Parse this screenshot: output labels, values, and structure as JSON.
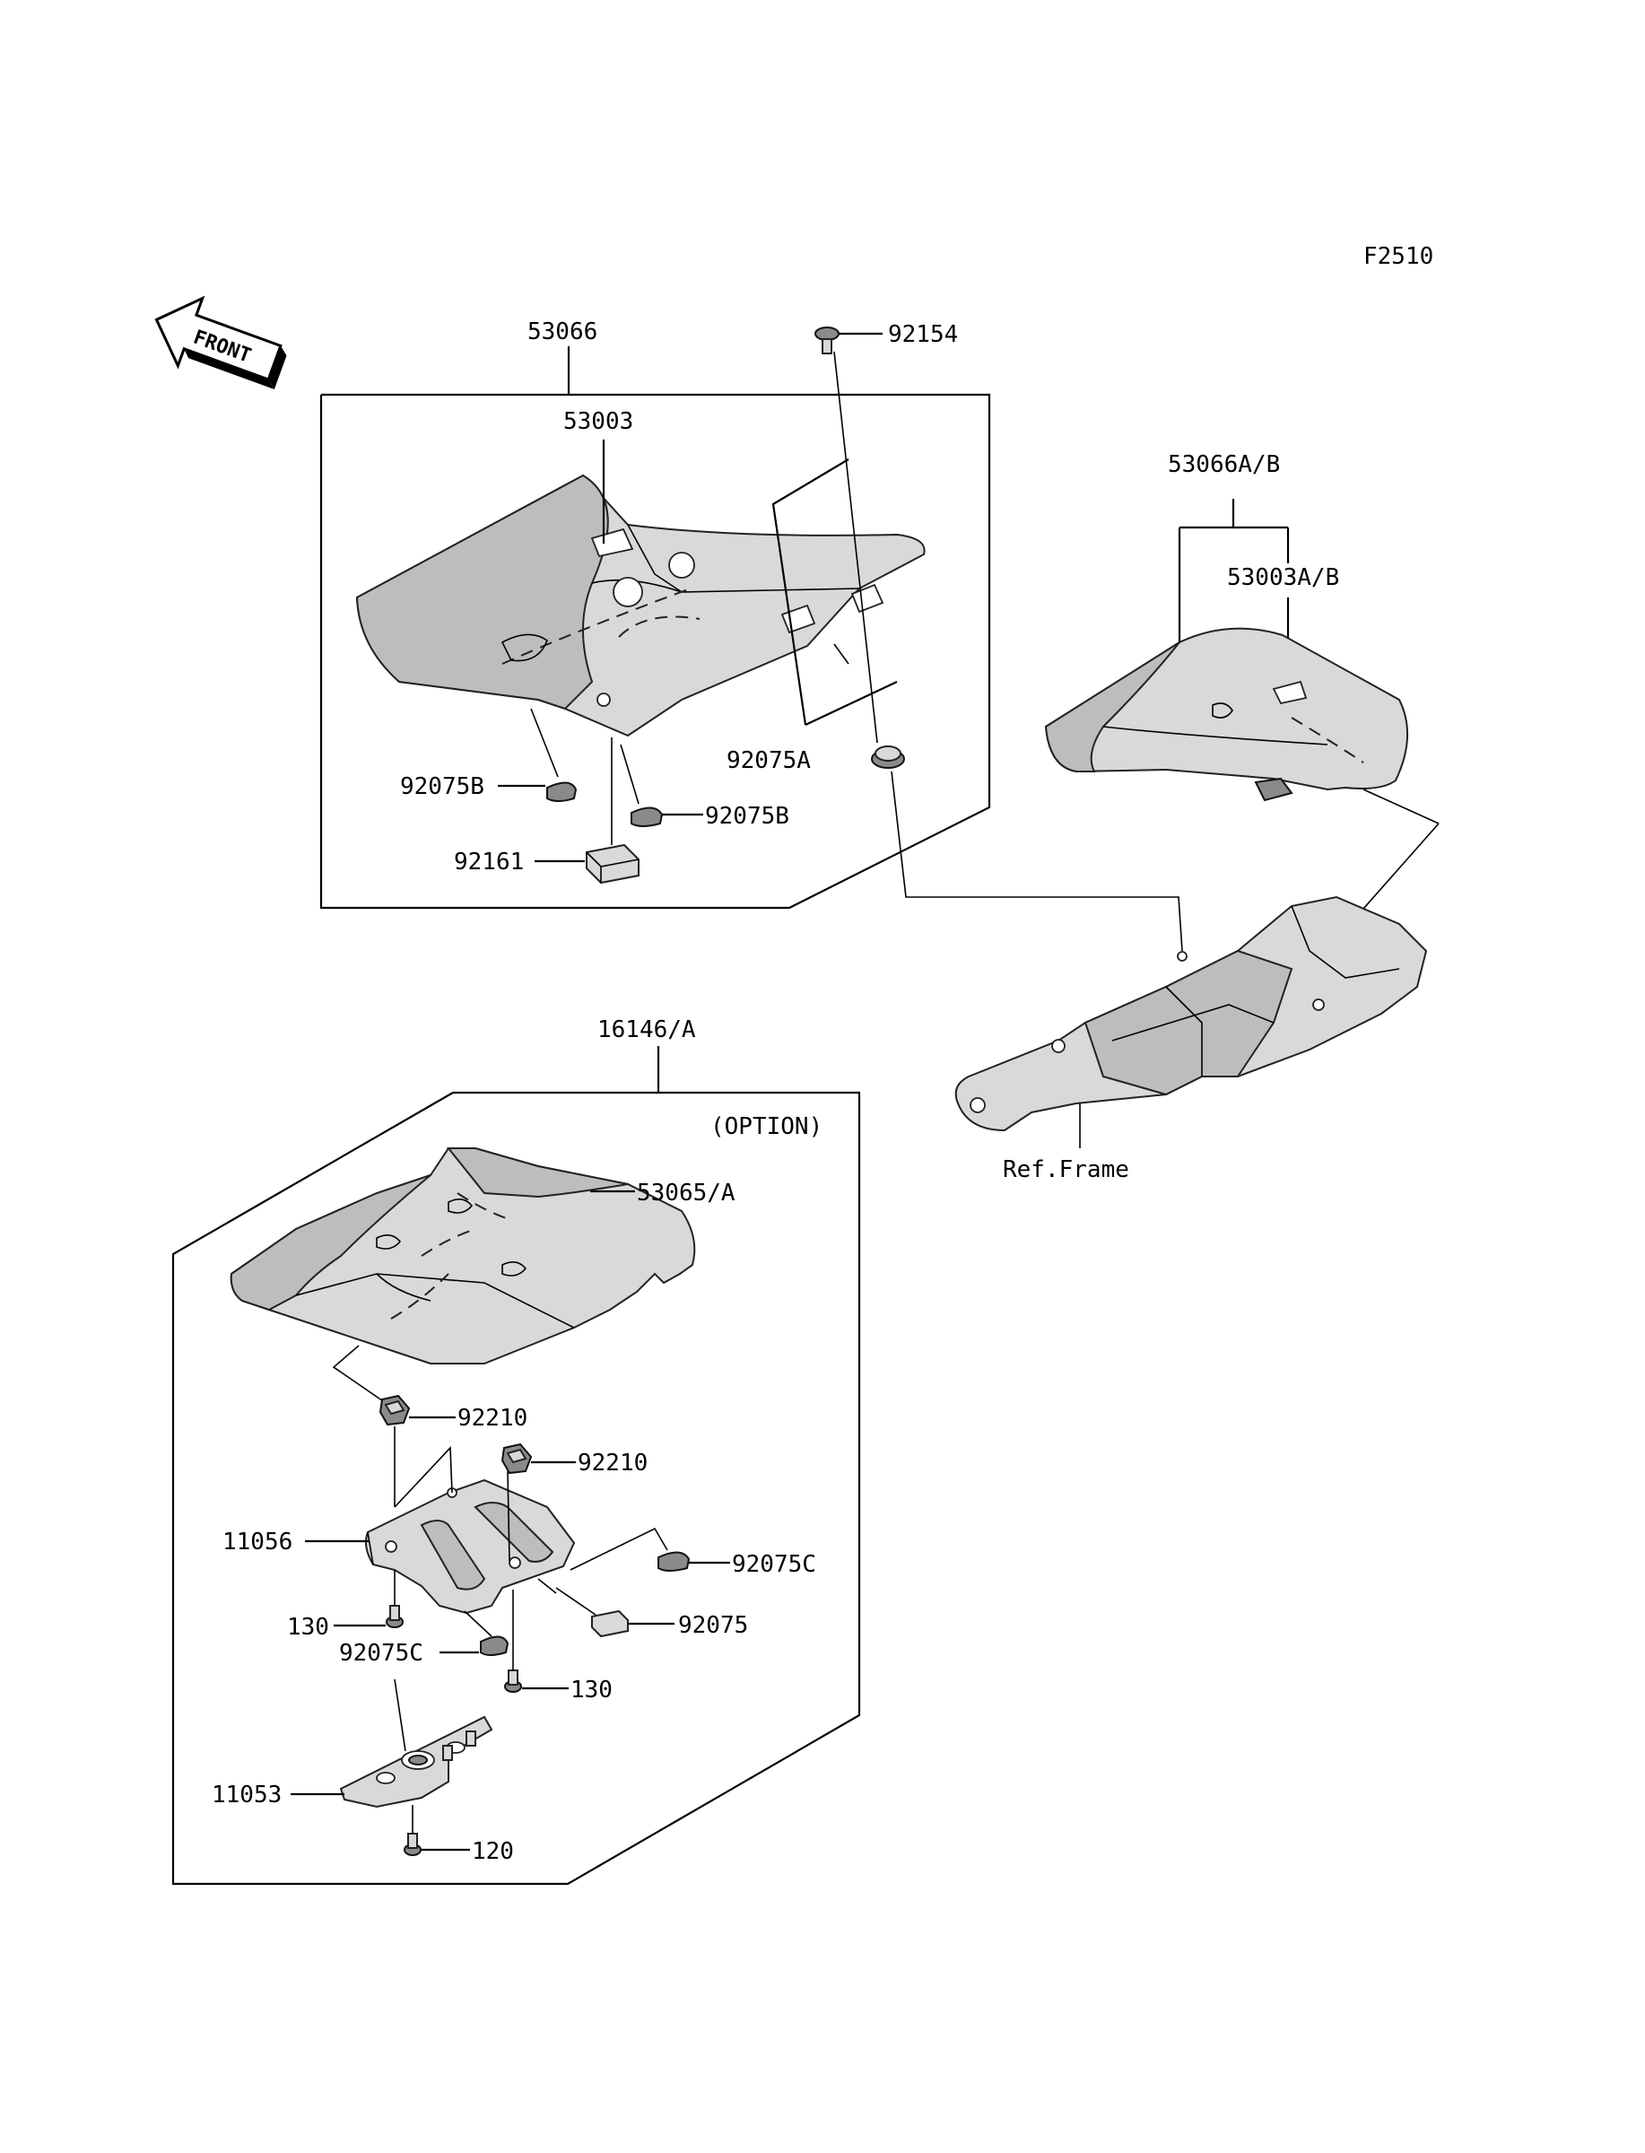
{
  "figure_code": "F2510",
  "front_label": "FRONT",
  "labels": {
    "p53066": "53066",
    "p92154": "92154",
    "p53003": "53003",
    "p53066ab": "53066A/B",
    "p53003ab": "53003A/B",
    "p92075a": "92075A",
    "p92075b_left": "92075B",
    "p92075b_right": "92075B",
    "p92161": "92161",
    "ref_frame": "Ref.Frame",
    "p16146a": "16146/A",
    "option": "(OPTION)",
    "p53065a": "53065/A",
    "p92210_a": "92210",
    "p92210_b": "92210",
    "p11056": "11056",
    "p92075c_right": "92075C",
    "p130_left": "130",
    "p92075": "92075",
    "p92075c_left": "92075C",
    "p130_right": "130",
    "p11053": "11053",
    "p120": "120"
  },
  "colors": {
    "line": "#000000",
    "part_fill": "#d9d9d9",
    "background": "#ffffff"
  }
}
